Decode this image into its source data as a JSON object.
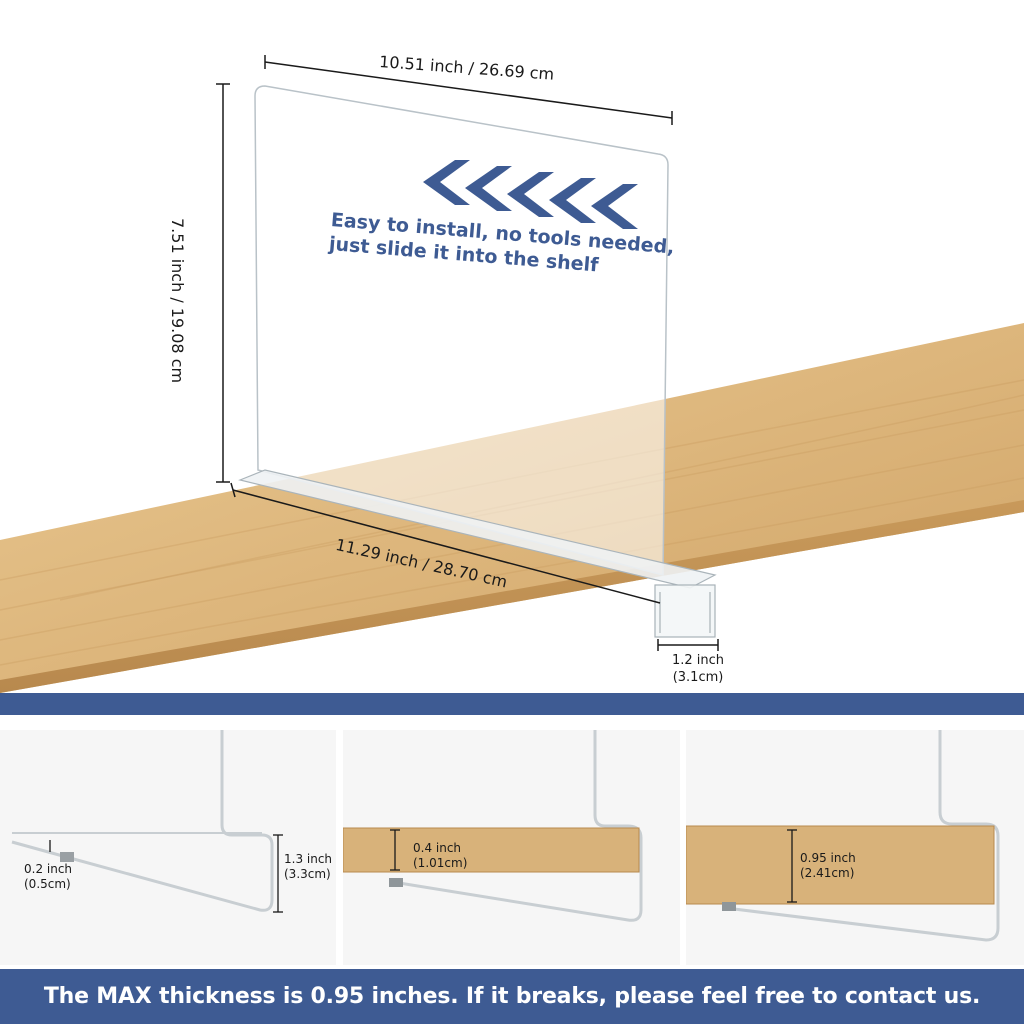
{
  "hero": {
    "width_dim": "10.51 inch / 26.69 cm",
    "height_dim": "7.51 inch / 19.08 cm",
    "base_dim": "11.29 inch / 28.70 cm",
    "slot_dim_line1": "1.2 inch",
    "slot_dim_line2": "(3.1cm)",
    "slogan_line1": "Easy to install, no tools needed,",
    "slogan_line2": "just slide it into the shelf",
    "arrow_icon": "chevron-left-icon",
    "arrow_count": 5
  },
  "panels": [
    {
      "gap_line1": "0.2 inch",
      "gap_line2": "(0.5cm)",
      "clip_line1": "1.3 inch",
      "clip_line2": "(3.3cm)"
    },
    {
      "thick_line1": "0.4 inch",
      "thick_line2": "(1.01cm)"
    },
    {
      "thick_line1": "0.95 inch",
      "thick_line2": "(2.41cm)"
    }
  ],
  "footer": {
    "text": "The MAX thickness is 0.95 inches. If it breaks, please feel free to contact us."
  },
  "colors": {
    "brand_blue": "#3e5b93",
    "wood": "#d8b27a",
    "wood_dark": "#b8894e"
  }
}
